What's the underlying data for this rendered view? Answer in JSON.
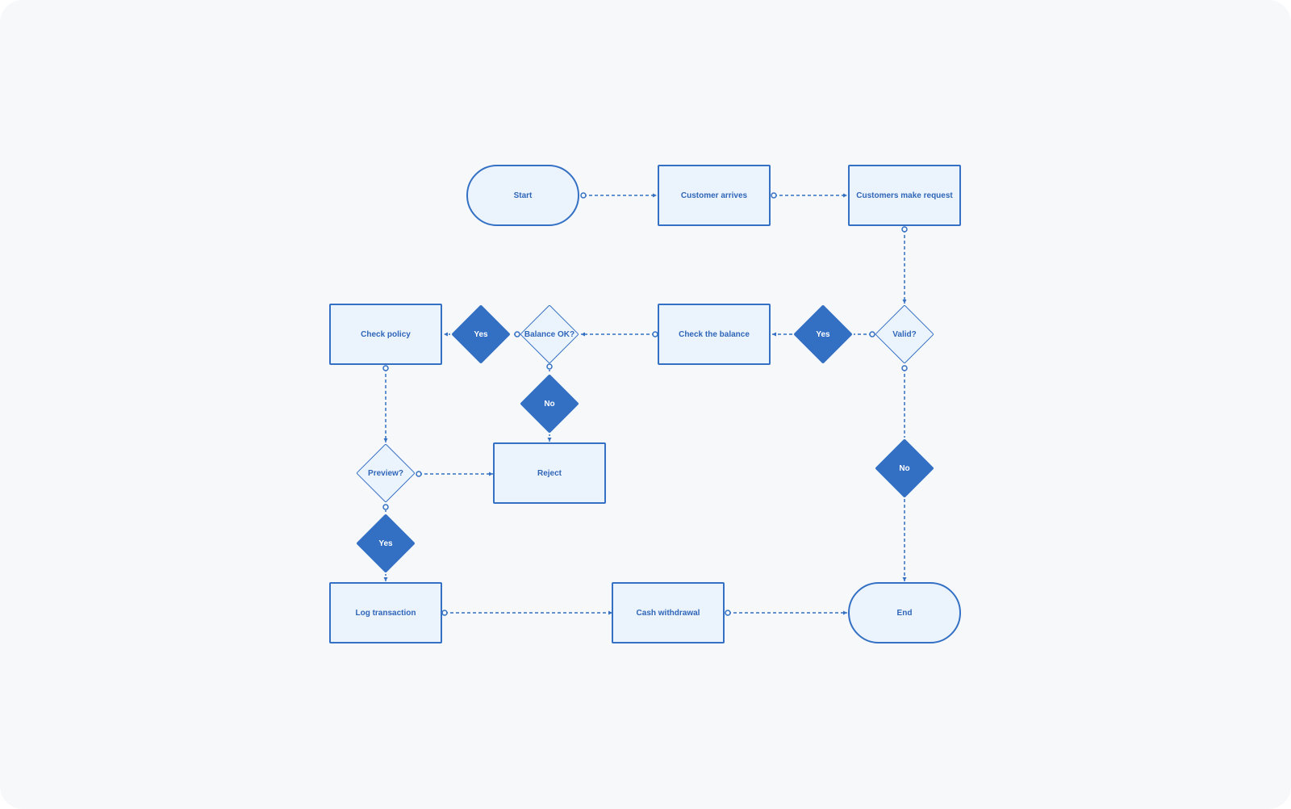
{
  "colors": {
    "background": "#f6f8fa",
    "node_fill": "#ebf3fd",
    "accent": "#3370c4",
    "text": "#2f66b8"
  },
  "flowchart": {
    "nodes": {
      "start": {
        "label": "Start",
        "shape": "terminal"
      },
      "customer_arrives": {
        "label": "Customer arrives",
        "shape": "process"
      },
      "customers_make_request": {
        "label": "Customers make request",
        "shape": "process"
      },
      "valid": {
        "label": "Valid?",
        "shape": "decision"
      },
      "valid_yes": {
        "label": "Yes",
        "shape": "branch-label"
      },
      "check_the_balance": {
        "label": "Check the balance",
        "shape": "process"
      },
      "balance_ok": {
        "label": "Balance OK?",
        "shape": "decision"
      },
      "balance_yes": {
        "label": "Yes",
        "shape": "branch-label"
      },
      "check_policy": {
        "label": "Check policy",
        "shape": "process"
      },
      "balance_no": {
        "label": "No",
        "shape": "branch-label"
      },
      "reject": {
        "label": "Reject",
        "shape": "process"
      },
      "preview": {
        "label": "Preview?",
        "shape": "decision"
      },
      "preview_yes": {
        "label": "Yes",
        "shape": "branch-label"
      },
      "log_transaction": {
        "label": "Log transaction",
        "shape": "process"
      },
      "cash_withdrawal": {
        "label": "Cash withdrawal",
        "shape": "process"
      },
      "end": {
        "label": "End",
        "shape": "terminal"
      },
      "valid_no": {
        "label": "No",
        "shape": "branch-label"
      }
    },
    "edges": [
      {
        "from": "start",
        "to": "customer_arrives"
      },
      {
        "from": "customer_arrives",
        "to": "customers_make_request"
      },
      {
        "from": "customers_make_request",
        "to": "valid"
      },
      {
        "from": "valid",
        "to": "valid_yes"
      },
      {
        "from": "valid_yes",
        "to": "check_the_balance"
      },
      {
        "from": "check_the_balance",
        "to": "balance_ok"
      },
      {
        "from": "balance_ok",
        "to": "balance_yes"
      },
      {
        "from": "balance_yes",
        "to": "check_policy"
      },
      {
        "from": "balance_ok",
        "to": "balance_no"
      },
      {
        "from": "balance_no",
        "to": "reject"
      },
      {
        "from": "check_policy",
        "to": "preview"
      },
      {
        "from": "preview",
        "to": "reject"
      },
      {
        "from": "preview",
        "to": "preview_yes"
      },
      {
        "from": "preview_yes",
        "to": "log_transaction"
      },
      {
        "from": "log_transaction",
        "to": "cash_withdrawal"
      },
      {
        "from": "cash_withdrawal",
        "to": "end"
      },
      {
        "from": "valid",
        "to": "valid_no"
      },
      {
        "from": "valid_no",
        "to": "end"
      }
    ]
  }
}
